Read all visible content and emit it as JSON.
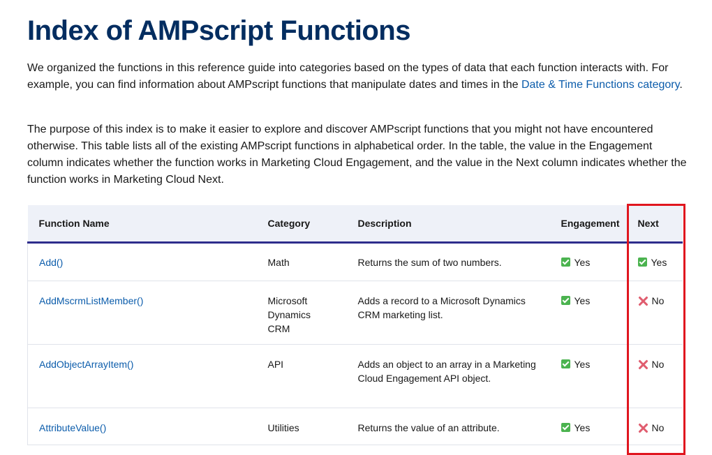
{
  "page": {
    "title": "Index of AMPscript Functions",
    "intro": {
      "text_before_link": "We organized the functions in this reference guide into categories based on the types of data that each function interacts with. For example, you can find information about AMPscript functions that manipulate dates and times in the ",
      "link_text": "Date & Time Functions category",
      "text_after_link": "."
    },
    "purpose": "The purpose of this index is to make it easier to explore and discover AMPscript functions that you might not have encountered otherwise. This table lists all of the existing AMPscript functions in alphabetical order. In the table, the value in the Engagement column indicates whether the function works in Marketing Cloud Engagement, and the value in the Next column indicates whether the function works in Marketing Cloud Next."
  },
  "table": {
    "headers": {
      "function_name": "Function Name",
      "category": "Category",
      "description": "Description",
      "engagement": "Engagement",
      "next": "Next"
    },
    "rows": [
      {
        "function_name": "Add()",
        "category": "Math",
        "description": "Returns the sum of two numbers.",
        "engagement": "Yes",
        "engagement_icon": "check-icon",
        "next": "Yes",
        "next_icon": "check-icon"
      },
      {
        "function_name": "AddMscrmListMember()",
        "category": "Microsoft Dynamics CRM",
        "description": "Adds a record to a Microsoft Dynamics CRM marketing list.",
        "engagement": "Yes",
        "engagement_icon": "check-icon",
        "next": "No",
        "next_icon": "cross-icon"
      },
      {
        "function_name": "AddObjectArrayItem()",
        "category": "API",
        "description": "Adds an object to an array in a Marketing Cloud Engagement API object.",
        "engagement": "Yes",
        "engagement_icon": "check-icon",
        "next": "No",
        "next_icon": "cross-icon"
      },
      {
        "function_name": "AttributeValue()",
        "category": "Utilities",
        "description": "Returns the value of an attribute.",
        "engagement": "Yes",
        "engagement_icon": "check-icon",
        "next": "No",
        "next_icon": "cross-icon"
      }
    ]
  },
  "colors": {
    "heading": "#032d60",
    "link": "#0b5cab",
    "header_bg": "#eef1f8",
    "header_rule": "#2e2d8c",
    "yes_icon": "#4bb34f",
    "no_icon": "#e05d6f",
    "highlight": "#e0161f"
  }
}
